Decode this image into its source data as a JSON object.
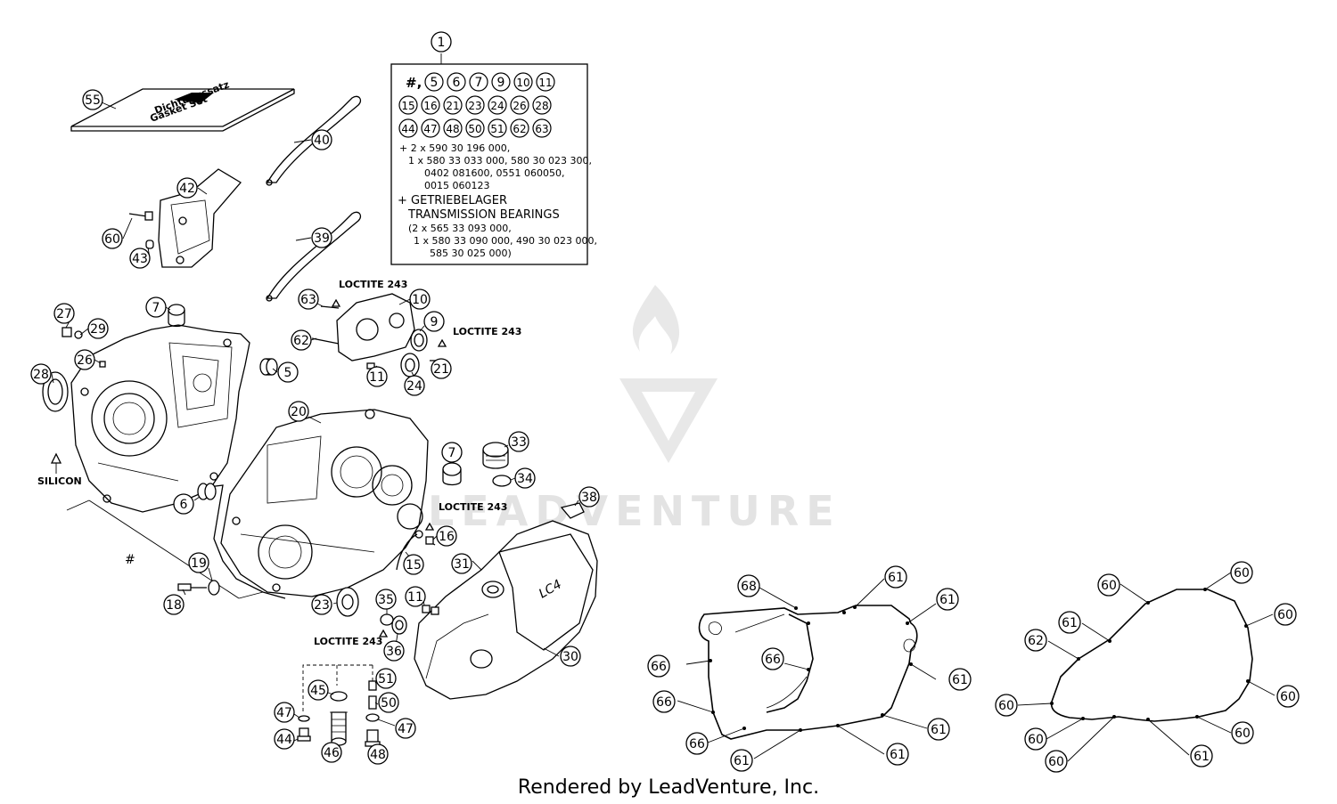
{
  "info_box": {
    "number": "1",
    "row1_prefix": "#,",
    "row1": [
      "5",
      "6",
      "7",
      "9",
      "10",
      "11"
    ],
    "row2": [
      "15",
      "16",
      "21",
      "23",
      "24",
      "26",
      "28"
    ],
    "row3": [
      "44",
      "47",
      "48",
      "50",
      "51",
      "62",
      "63"
    ],
    "text_lines": [
      "+ 2 x 590 30 196 000,",
      "1 x 580 33 033 000, 580 30 023 300,",
      "0402 081600, 0551 060050,",
      "0015 060123",
      "+ GETRIEBELAGER",
      "TRANSMISSION BEARINGS",
      "(2 x 565 33 093 000,",
      "1 x 580 33 090 000, 490 30 023 000,",
      "585 30 025 000)"
    ]
  },
  "callouts": {
    "c55": "55",
    "c40": "40",
    "c42": "42",
    "c39": "39",
    "c60a": "60",
    "c43": "43",
    "c7a": "7",
    "c27": "27",
    "c29": "29",
    "c26": "26",
    "c28": "28",
    "c5": "5",
    "c63": "63",
    "c10": "10",
    "c9": "9",
    "c62": "62",
    "c21": "21",
    "c11a": "11",
    "c24": "24",
    "c20": "20",
    "c7b": "7",
    "c33": "33",
    "c34": "34",
    "c6": "6",
    "c38": "38",
    "c16": "16",
    "c15": "15",
    "c31": "31",
    "c19": "19",
    "c18": "18",
    "c23": "23",
    "c35": "35",
    "c11b": "11",
    "c36": "36",
    "c30": "30",
    "c51": "51",
    "c45": "45",
    "c50": "50",
    "c47a": "47",
    "c47b": "47",
    "c44": "44",
    "c46": "46",
    "c48": "48",
    "g68": "68",
    "g61a": "61",
    "g61b": "61",
    "g66a": "66",
    "g66b": "66",
    "g61c": "61",
    "g66c": "66",
    "g61d": "61",
    "g66d": "66",
    "g61e": "61",
    "g61f": "61",
    "h60a": "60",
    "h60b": "60",
    "h61a": "61",
    "h60c": "60",
    "h62": "62",
    "h60d": "60",
    "h60e": "60",
    "h60f": "60",
    "h60g": "60",
    "h61b": "61",
    "h60h": "60"
  },
  "labels": {
    "loctite1": "LOCTITE 243",
    "loctite2": "LOCTITE 243",
    "loctite3": "LOCTITE 243",
    "loctite4": "LOCTITE 243",
    "silicon": "SILICON",
    "hash": "#",
    "cover_logo": "LC4",
    "booklet_line1": "Dichtungssatz",
    "booklet_line2": "Gasket Set"
  },
  "watermark": {
    "text": "LEADVENTURE"
  },
  "footer": {
    "text": "Rendered by LeadVenture, Inc."
  }
}
